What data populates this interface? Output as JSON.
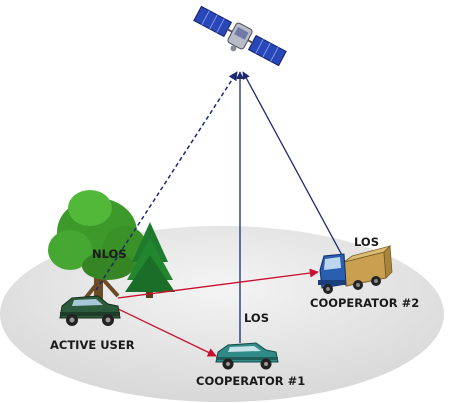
{
  "labels": {
    "nlos": "NLOS",
    "los_cooperator1": "LOS",
    "los_cooperator2": "LOS",
    "active_user": "ACTIVE USER",
    "cooperator1": "COOPERATOR #1",
    "cooperator2": "COOPERATOR #2"
  },
  "colors": {
    "ground": "#e4e4e4",
    "satellite_link": "#1e2a6e",
    "cooperation_link": "#c8102e",
    "tree_green": "#3d9a2a",
    "pine_green": "#1f7a2e",
    "car_green": "#2d5a3a",
    "car_teal": "#2f8a88",
    "truck_blue": "#2a5fb0",
    "truck_cargo": "#c8a050",
    "satellite_panel": "#2a47b8"
  },
  "icons": {
    "satellite": "satellite-icon",
    "active_user": "car-icon",
    "cooperator1": "car-icon",
    "cooperator2": "truck-icon",
    "trees": "tree-icon"
  }
}
